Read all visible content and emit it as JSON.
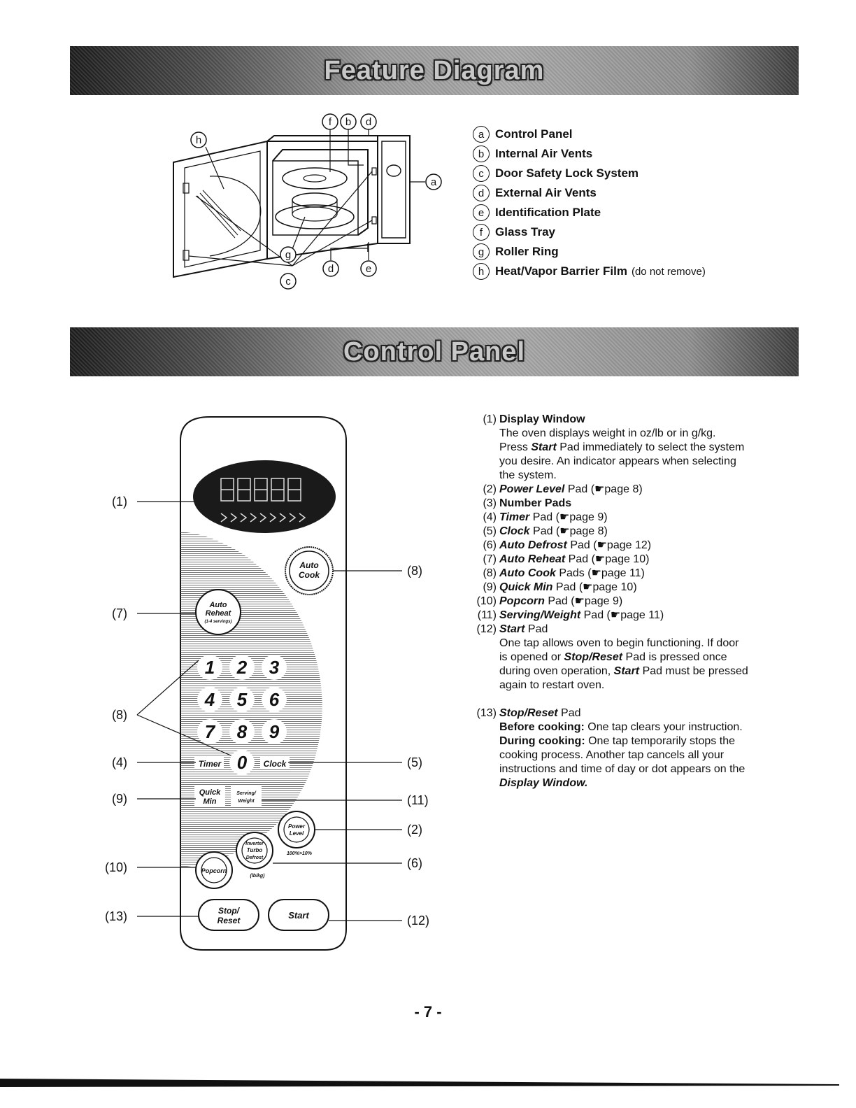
{
  "feature_diagram": {
    "banner_title": "Feature Diagram",
    "diagram_letters": {
      "a": "a",
      "b": "b",
      "c": "c",
      "d": "d",
      "e": "e",
      "f": "f",
      "g": "g",
      "h": "h"
    },
    "legend": [
      {
        "letter": "a",
        "label": "Control Panel",
        "note": ""
      },
      {
        "letter": "b",
        "label": "Internal Air Vents",
        "note": ""
      },
      {
        "letter": "c",
        "label": "Door Safety Lock System",
        "note": ""
      },
      {
        "letter": "d",
        "label": "External Air Vents",
        "note": ""
      },
      {
        "letter": "e",
        "label": "Identification Plate",
        "note": ""
      },
      {
        "letter": "f",
        "label": "Glass Tray",
        "note": ""
      },
      {
        "letter": "g",
        "label": "Roller Ring",
        "note": ""
      },
      {
        "letter": "h",
        "label": "Heat/Vapor Barrier Film",
        "note": "(do not remove)"
      }
    ]
  },
  "control_panel": {
    "banner_title": "Control Panel",
    "callouts": {
      "c1": "(1)",
      "c2": "(2)",
      "c4": "(4)",
      "c5": "(5)",
      "c6": "(6)",
      "c7": "(7)",
      "c8a": "(8)",
      "c8b": "(8)",
      "c9": "(9)",
      "c10": "(10)",
      "c11": "(11)",
      "c12": "(12)",
      "c13": "(13)"
    },
    "pads": {
      "auto_cook_1": "Auto",
      "auto_cook_2": "Cook",
      "auto_reheat_1": "Auto",
      "auto_reheat_2": "Reheat",
      "auto_reheat_3": "(1-4 servings)",
      "d1": "1",
      "d2": "2",
      "d3": "3",
      "d4": "4",
      "d5": "5",
      "d6": "6",
      "d7": "7",
      "d8": "8",
      "d9": "9",
      "d0": "0",
      "timer": "Timer",
      "clock": "Clock",
      "quick_1": "Quick",
      "quick_2": "Min",
      "serving_1": "Serving/",
      "serving_2": "Weight",
      "power_1": "Power",
      "power_2": "Level",
      "power_note": "100%>10%",
      "defrost_1": "Inverter",
      "defrost_2": "Turbo",
      "defrost_3": "Defrost",
      "defrost_note": "(lb/kg)",
      "popcorn": "Popcorn",
      "stop_1": "Stop/",
      "stop_2": "Reset",
      "start": "Start"
    },
    "descriptions": {
      "d1_num": "(1)",
      "d1_title": "Display Window",
      "d1_text_a": "The oven displays weight in oz/lb or in g/kg.",
      "d1_text_b_pre": "Press ",
      "d1_text_b_em": "Start",
      "d1_text_b_post": " Pad immediately to select the system",
      "d1_text_c": "you desire.  An indicator appears when selecting",
      "d1_text_d": "the system.",
      "d2_num": "(2)",
      "d2_name": "Power Level",
      "d2_rest": " Pad (☛page 8)",
      "d3_num": "(3)",
      "d3_name": "Number Pads",
      "d4_num": "(4)",
      "d4_name": "Timer",
      "d4_rest": " Pad (☛page 9)",
      "d5_num": "(5)",
      "d5_name": "Clock",
      "d5_rest": " Pad (☛page 8)",
      "d6_num": "(6)",
      "d6_name": "Auto Defrost",
      "d6_rest": " Pad (☛page 12)",
      "d7_num": "(7)",
      "d7_name": "Auto Reheat",
      "d7_rest": " Pad (☛page 10)",
      "d8_num": "(8)",
      "d8_name": "Auto Cook",
      "d8_rest": " Pads (☛page 11)",
      "d9_num": "(9)",
      "d9_name": "Quick Min",
      "d9_rest": " Pad (☛page 10)",
      "d10_num": "(10)",
      "d10_name": "Popcorn",
      "d10_rest": " Pad (☛page 9)",
      "d11_num": "(11)",
      "d11_name": "Serving/Weight",
      "d11_rest": " Pad (☛page 11)",
      "d12_num": "(12)",
      "d12_name": "Start",
      "d12_rest": " Pad",
      "d12_text_a": "One tap allows oven to begin functioning. If door",
      "d12_text_b_pre": "is opened or ",
      "d12_text_b_em": "Stop/Reset",
      "d12_text_b_post": " Pad is pressed once",
      "d12_text_c_pre": "during oven operation, ",
      "d12_text_c_em": "Start",
      "d12_text_c_post": " Pad must be pressed",
      "d12_text_d": "again to restart oven.",
      "d13_num": "(13)",
      "d13_name": "Stop/Reset",
      "d13_rest": " Pad",
      "d13_a_bold": "Before cooking:",
      "d13_a_rest": " One tap clears your instruction.",
      "d13_b_bold": "During cooking:",
      "d13_b_rest": " One tap temporarily stops the",
      "d13_c": "cooking process. Another tap cancels all your",
      "d13_d": "instructions and time of day or dot appears on the",
      "d13_e": "Display Window."
    }
  },
  "page_number": "- 7 -"
}
